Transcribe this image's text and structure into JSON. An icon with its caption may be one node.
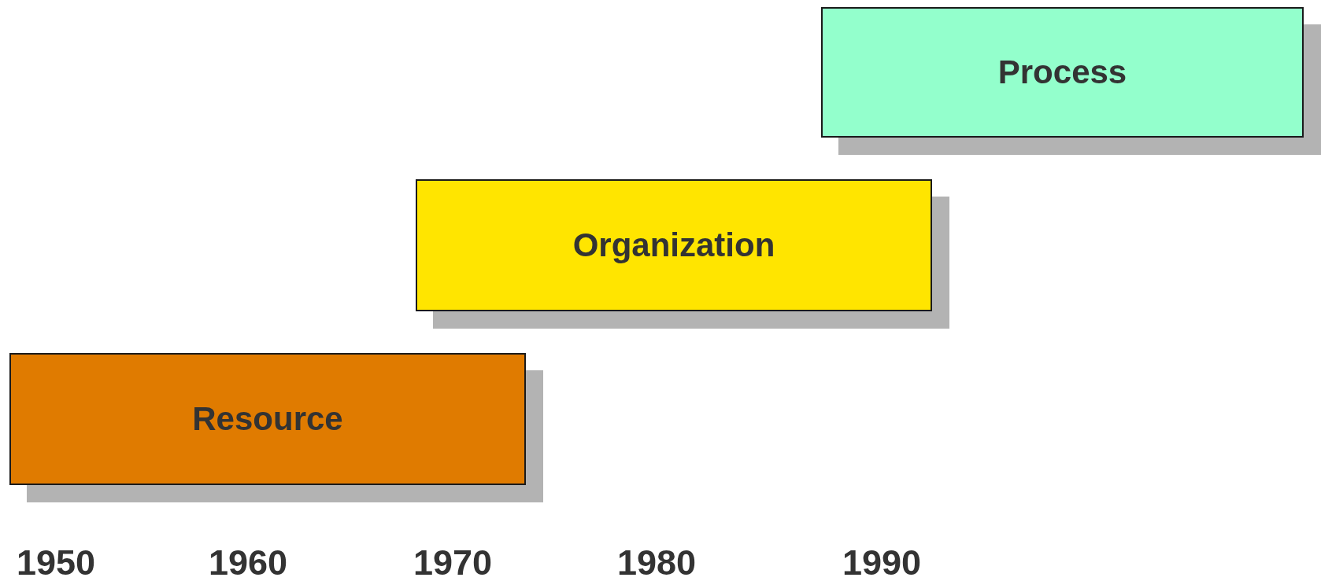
{
  "diagram": {
    "nodes": [
      {
        "text": [
          "Process"
        ]
      },
      {
        "text": [
          "Organization"
        ]
      },
      {
        "text": [
          "Resource"
        ]
      }
    ],
    "labels": [
      "1950",
      "1960",
      "1970",
      "1980",
      "1990"
    ]
  }
}
